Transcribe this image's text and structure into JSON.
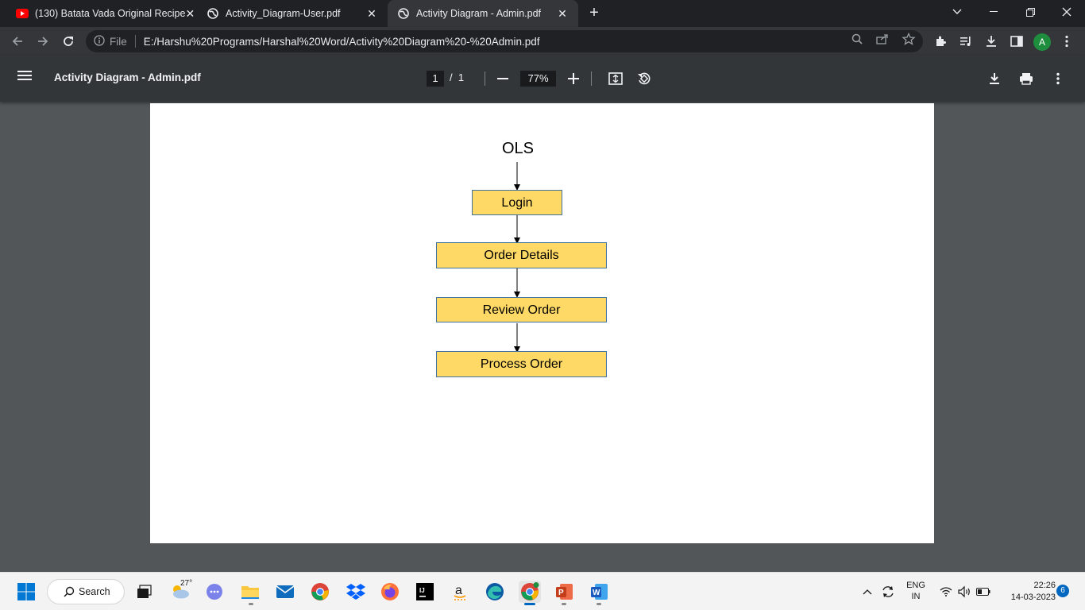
{
  "browser": {
    "tabs": [
      {
        "title": "(130) Batata Vada Original Recipe",
        "favicon": "youtube-icon",
        "active": false
      },
      {
        "title": "Activity_Diagram-User.pdf",
        "favicon": "globe-icon",
        "active": false
      },
      {
        "title": "Activity Diagram - Admin.pdf",
        "favicon": "globe-icon",
        "active": true
      }
    ],
    "address": {
      "scheme_label": "File",
      "url": "E:/Harshu%20Programs/Harshal%20Word/Activity%20Diagram%20-%20Admin.pdf"
    },
    "profile_initial": "A"
  },
  "pdf_viewer": {
    "title": "Activity Diagram - Admin.pdf",
    "current_page": "1",
    "page_separator": "/",
    "total_pages": "1",
    "zoom": "77%"
  },
  "diagram": {
    "start_label": "OLS",
    "steps": [
      "Login",
      "Order Details",
      "Review Order",
      "Process Order"
    ],
    "box_fill": "#ffd966",
    "box_border": "#41719c"
  },
  "taskbar": {
    "search_label": "Search",
    "weather_temp": "27°",
    "language_line1": "ENG",
    "language_line2": "IN",
    "time": "22:26",
    "date": "14-03-2023",
    "notification_count": "6"
  }
}
